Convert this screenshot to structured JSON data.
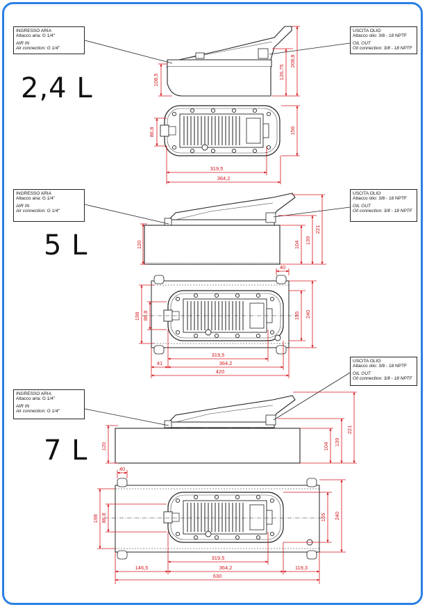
{
  "variants": [
    {
      "label": "2,4 L",
      "air_in": {
        "it_title": "INGRESSO ARIA",
        "it_sub": "Attacco aria: G 1/4\"",
        "en_title": "AIR IN",
        "en_sub": "Air connection: G 1/4\""
      },
      "oil_out": {
        "it_title": "USCITA OLIO",
        "it_sub": "Attacco olio: 3/8 - 18 NPTF",
        "en_title": "OIL OUT",
        "en_sub": "Oil connection: 3/8 - 18 NPTF"
      },
      "side_dims": [
        "108,5",
        "126,75",
        "208,8"
      ],
      "top_dims": [
        "86,8",
        "156",
        "319,5",
        "364,2"
      ]
    },
    {
      "label": "5 L",
      "air_in": {
        "it_title": "INGRESSO ARIA",
        "it_sub": "Attacco aria: G 1/4\"",
        "en_title": "AIR IN",
        "en_sub": "Air connection: G 1/4\""
      },
      "oil_out": {
        "it_title": "USCITA OLIO",
        "it_sub": "Attacco olio: 3/8 - 18 NPTF",
        "en_title": "OIL OUT",
        "en_sub": "Oil connection: 3/8 - 18 NPTF"
      },
      "side_dims": [
        "120",
        "104",
        "139",
        "221"
      ],
      "top_dims": [
        "40",
        "198",
        "86,8",
        "155",
        "240",
        "319,5",
        "41",
        "364,2",
        "420"
      ]
    },
    {
      "label": "7 L",
      "air_in": {
        "it_title": "INGRESSO ARIA",
        "it_sub": "Attacco aria: G 1/4\"",
        "en_title": "AIR IN",
        "en_sub": "Air connection: G 1/4\""
      },
      "oil_out": {
        "it_title": "USCITA OLIO",
        "it_sub": "Attacco olio: 3/8 - 18 NPTF",
        "en_title": "OIL OUT",
        "en_sub": "Oil connection: 3/8 - 18 NPTF"
      },
      "side_dims": [
        "120",
        "104",
        "139",
        "221"
      ],
      "top_dims": [
        "40",
        "198",
        "86,8",
        "155",
        "240",
        "319,5",
        "146,5",
        "364,2",
        "119,3",
        "630"
      ]
    }
  ],
  "colors": {
    "frame": "#2a7fe3",
    "dimension": "#d4151c",
    "outline": "#222222"
  }
}
